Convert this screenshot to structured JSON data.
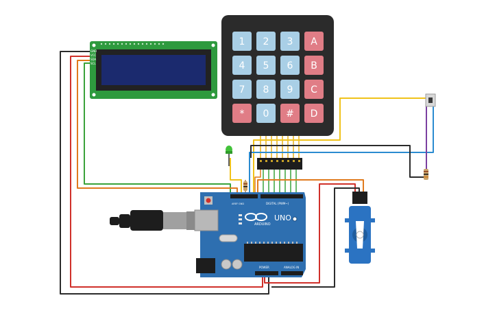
{
  "keypad": {
    "keys": [
      {
        "label": "1",
        "kind": "num"
      },
      {
        "label": "2",
        "kind": "num"
      },
      {
        "label": "3",
        "kind": "num"
      },
      {
        "label": "A",
        "kind": "letter"
      },
      {
        "label": "4",
        "kind": "num"
      },
      {
        "label": "5",
        "kind": "num"
      },
      {
        "label": "6",
        "kind": "num"
      },
      {
        "label": "B",
        "kind": "letter"
      },
      {
        "label": "7",
        "kind": "num"
      },
      {
        "label": "8",
        "kind": "num"
      },
      {
        "label": "9",
        "kind": "num"
      },
      {
        "label": "C",
        "kind": "letter"
      },
      {
        "label": "*",
        "kind": "letter"
      },
      {
        "label": "0",
        "kind": "num"
      },
      {
        "label": "#",
        "kind": "letter"
      },
      {
        "label": "D",
        "kind": "letter"
      }
    ]
  },
  "arduino": {
    "brand": "ARDUINO",
    "model": "UNO",
    "digital_label": "DIGITAL (PWM~)",
    "power_label": "POWER",
    "analog_label": "ANALOG IN",
    "aref_label": "AREF",
    "gnd_label": "GND"
  },
  "lcd": {
    "pin_labels": [
      "GND",
      "VCC",
      "SDA",
      "SCL"
    ]
  },
  "colors": {
    "lcd_board": "#2e9a3e",
    "lcd_screen": "#1b2a6e",
    "keypad_body": "#2b2b2b",
    "key_num": "#a9cfe6",
    "key_letter": "#e07d86",
    "arduino_board": "#2e6fb0",
    "servo_body": "#2b73c2",
    "wire_black": "#2b2b2b",
    "wire_red": "#d0302a",
    "wire_green": "#39a23a",
    "wire_orange": "#e07a1d",
    "wire_yellow": "#f0c21a",
    "wire_blue": "#2a8bd0",
    "wire_purple": "#7a3fa0"
  }
}
